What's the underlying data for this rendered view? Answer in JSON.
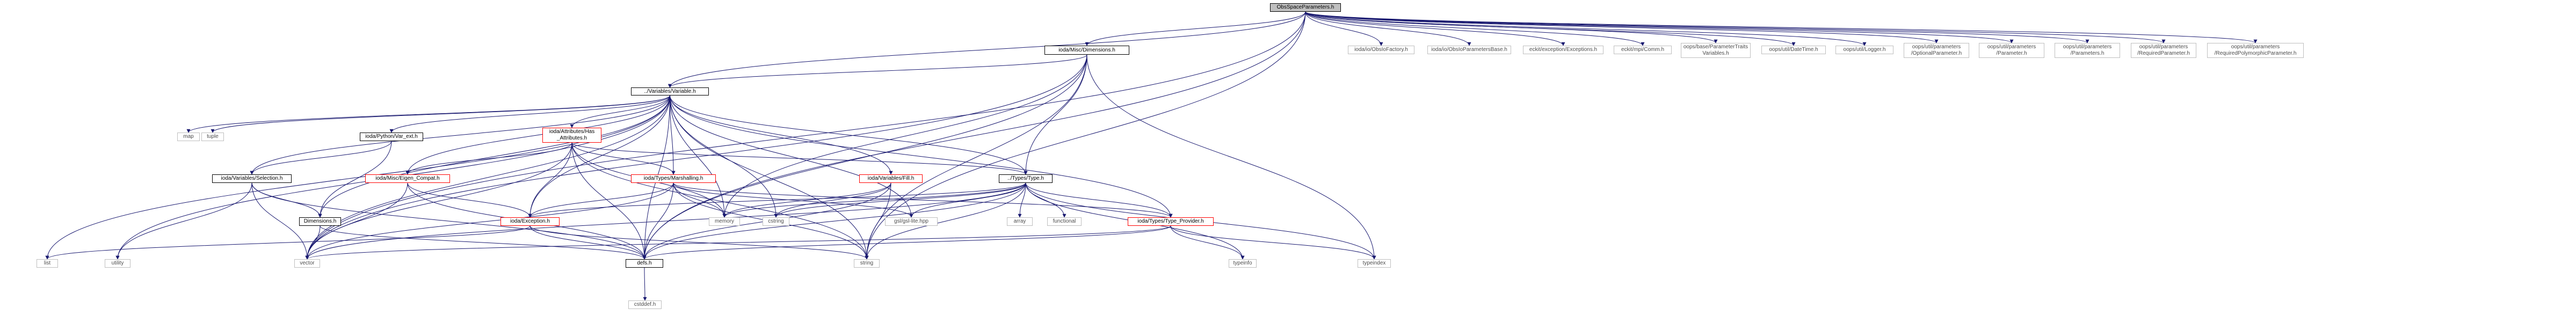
{
  "diagram": {
    "edge_color": "#191970",
    "nodes": {
      "root": "ObsSpaceParameters.h",
      "dimensions": "ioda/Misc/Dimensions.h",
      "variable": "../Variables/Variable.h",
      "obsfactory": "ioda/io/ObsIoFactory.h",
      "obsparamsbase": "ioda/io/ObsIoParametersBase.h",
      "exceptions": "eckit/exception/Exceptions.h",
      "comm": "eckit/mpi/Comm.h",
      "paramtraits": "oops/base/ParameterTraits\nVariables.h",
      "datetime": "oops/util/DateTime.h",
      "logger": "oops/util/Logger.h",
      "optparam": "oops/util/parameters\n/OptionalParameter.h",
      "param": "oops/util/parameters\n/Parameter.h",
      "params": "oops/util/parameters\n/Parameters.h",
      "reqparam": "oops/util/parameters\n/RequiredParameter.h",
      "reqpoly": "oops/util/parameters\n/RequiredPolymorphicParameter.h",
      "map": "map",
      "tuple": "tuple",
      "pyvar": "ioda/Python/Var_ext.h",
      "hasattr": "ioda/Attributes/Has\n_Attributes.h",
      "selection": "ioda/Variables/Selection.h",
      "eigen": "ioda/Misc/Eigen_Compat.h",
      "marshalling": "ioda/Types/Marshalling.h",
      "fill": "ioda/Variables/Fill.h",
      "type": "../Types/Type.h",
      "dims": "Dimensions.h",
      "exception": "ioda/Exception.h",
      "memory": "memory",
      "cstring": "cstring",
      "gsl": "gsl/gsl-lite.hpp",
      "array": "array",
      "functional": "functional",
      "typeprovider": "ioda/Types/Type_Provider.h",
      "list": "list",
      "utility": "utility",
      "vector": "vector",
      "defs": "defs.h",
      "string": "string",
      "typeinfo": "typeinfo",
      "typeindex": "typeindex",
      "cstddef": "cstddef.h"
    }
  }
}
